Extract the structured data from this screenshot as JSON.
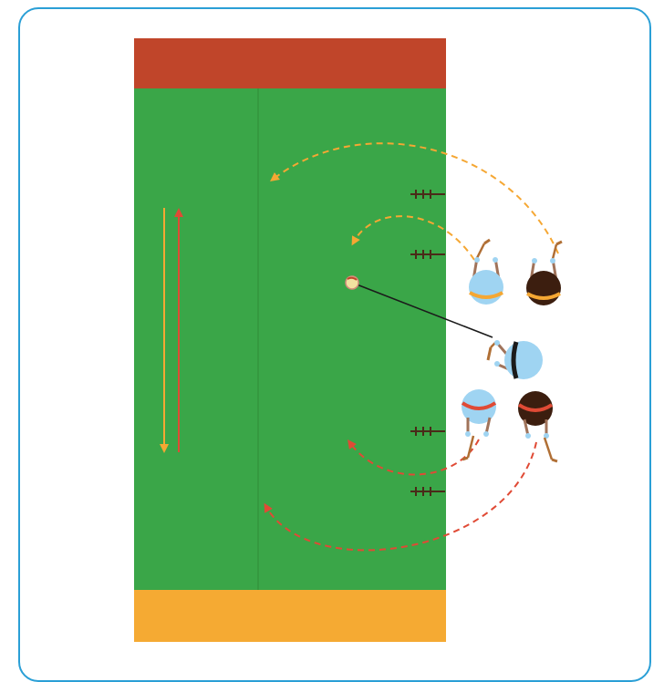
{
  "diagram": {
    "colors": {
      "frame_border": "#2a9fd6",
      "end_zone_top": "#c0452a",
      "field": "#3aa648",
      "field_line": "#35993f",
      "end_zone_bottom": "#f5aa33",
      "orange_route": "#f5a733",
      "red_route": "#e04a35",
      "helmet_light": "#9fd4f2",
      "helmet_dark": "#3c1e0f",
      "skin": "#a0735a",
      "stick": "#b06f35",
      "pass_line": "#1b1b1b",
      "ball": "#f2e2a0"
    },
    "players": [
      {
        "id": "attacker-1",
        "helmet": "light",
        "band": "orange"
      },
      {
        "id": "attacker-2",
        "helmet": "dark",
        "band": "orange"
      },
      {
        "id": "passer",
        "helmet": "light",
        "band": "black"
      },
      {
        "id": "attacker-3",
        "helmet": "light",
        "band": "red"
      },
      {
        "id": "attacker-4",
        "helmet": "dark",
        "band": "red"
      }
    ],
    "routes": [
      {
        "id": "orange-route-long",
        "color": "orange"
      },
      {
        "id": "orange-route-short",
        "color": "orange"
      },
      {
        "id": "red-route-short",
        "color": "red"
      },
      {
        "id": "red-route-long",
        "color": "red"
      }
    ],
    "markers": 4
  }
}
